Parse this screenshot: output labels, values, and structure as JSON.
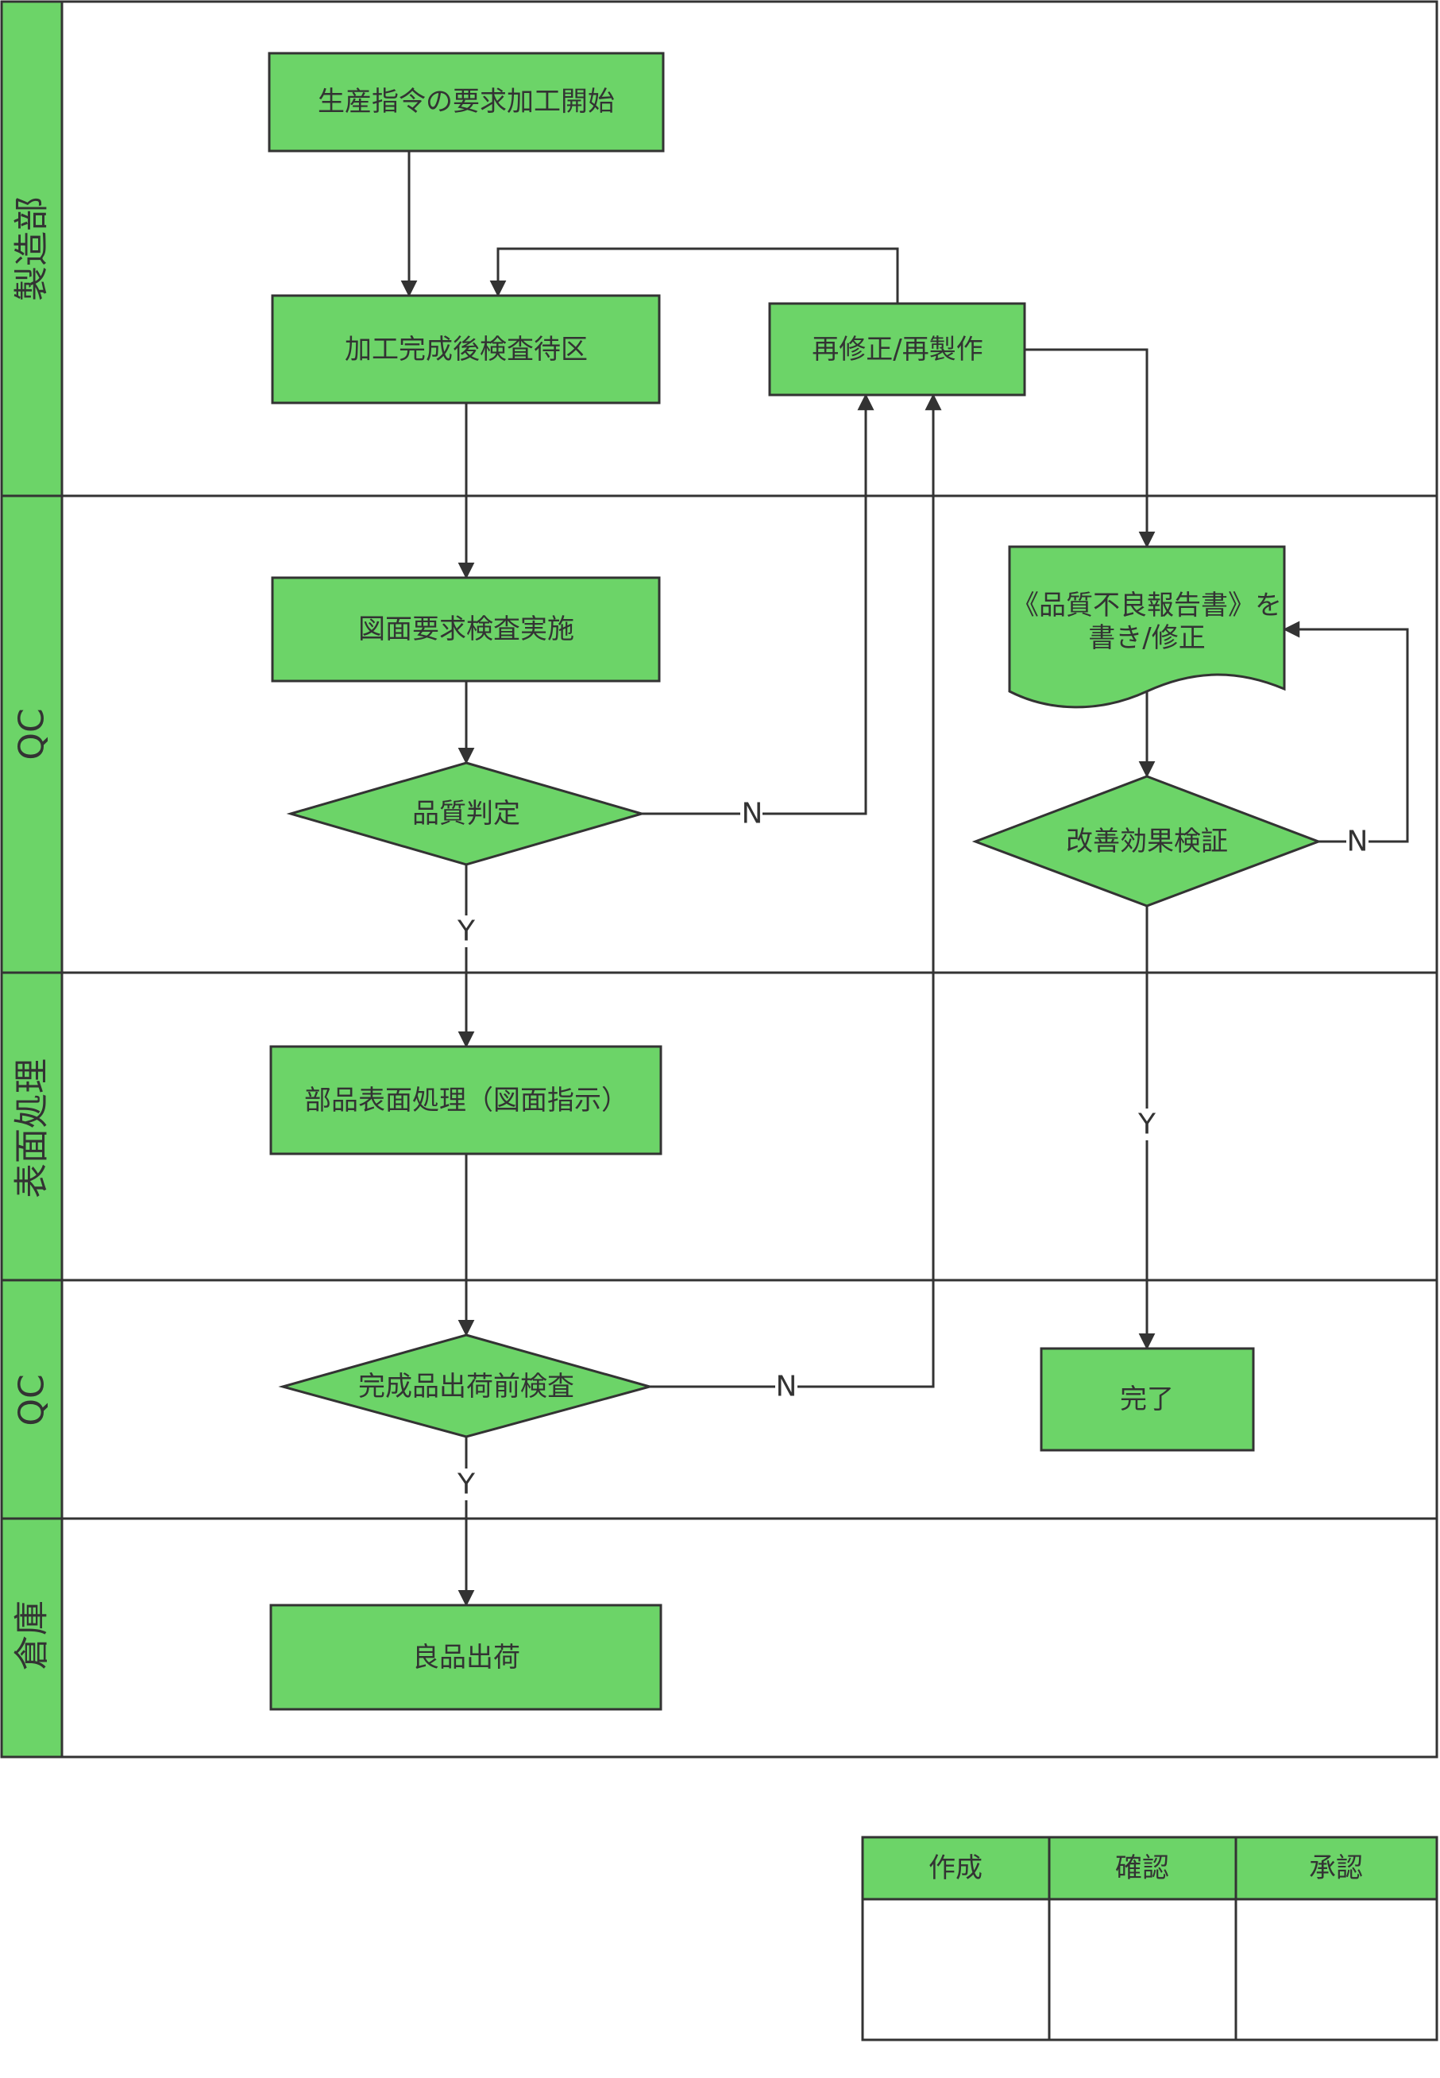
{
  "colors": {
    "node_fill": "#6cd468",
    "stroke": "#333333",
    "background": "#ffffff"
  },
  "lanes": [
    {
      "id": "lane_mfg",
      "label": "製造部"
    },
    {
      "id": "lane_qc1",
      "label": "QC"
    },
    {
      "id": "lane_surface",
      "label": "表面処理"
    },
    {
      "id": "lane_qc2",
      "label": "QC"
    },
    {
      "id": "lane_warehouse",
      "label": "倉庫"
    }
  ],
  "nodes": {
    "start": {
      "label": "生産指令の要求加工開始",
      "shape": "process"
    },
    "wait_area": {
      "label": "加工完成後検査待区",
      "shape": "process"
    },
    "rework": {
      "label": "再修正/再製作",
      "shape": "process"
    },
    "drawing_inspection": {
      "label": "図面要求検査実施",
      "shape": "process"
    },
    "quality_judgement": {
      "label": "品質判定",
      "shape": "decision"
    },
    "defect_report": {
      "lines": [
        "《品質不良報告書》を",
        "書き/修正"
      ],
      "shape": "document"
    },
    "improvement_check": {
      "label": "改善効果検証",
      "shape": "decision"
    },
    "surface_treatment": {
      "label": "部品表面処理（図面指示）",
      "shape": "process"
    },
    "pre_shipment_inspection": {
      "label": "完成品出荷前検査",
      "shape": "decision"
    },
    "complete": {
      "label": "完了",
      "shape": "process"
    },
    "good_shipment": {
      "label": "良品出荷",
      "shape": "process"
    }
  },
  "edge_labels": {
    "quality_no": "N",
    "quality_yes": "Y",
    "improvement_no": "N",
    "improvement_yes": "Y",
    "shipment_no": "N",
    "shipment_yes": "Y"
  },
  "approval_table": {
    "headers": [
      "作成",
      "確認",
      "承認"
    ]
  }
}
